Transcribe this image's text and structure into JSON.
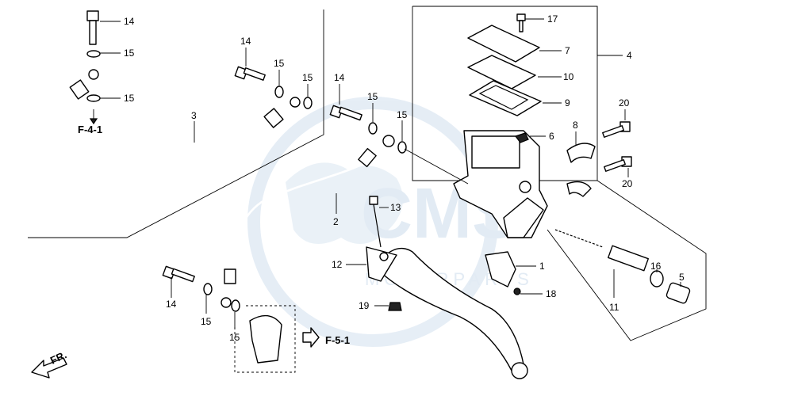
{
  "diagram": {
    "watermark": {
      "brand": "CMS",
      "sub": "MOTORPARTS"
    },
    "callouts": [
      {
        "id": "c14a",
        "text": "14"
      },
      {
        "id": "c15a",
        "text": "15"
      },
      {
        "id": "c15b",
        "text": "15"
      },
      {
        "id": "c3",
        "text": "3"
      },
      {
        "id": "c14b",
        "text": "14"
      },
      {
        "id": "c15c",
        "text": "15"
      },
      {
        "id": "c15d",
        "text": "15"
      },
      {
        "id": "c14c",
        "text": "14"
      },
      {
        "id": "c15e",
        "text": "15"
      },
      {
        "id": "c15f",
        "text": "15"
      },
      {
        "id": "c2",
        "text": "2"
      },
      {
        "id": "c13",
        "text": "13"
      },
      {
        "id": "c12",
        "text": "12"
      },
      {
        "id": "c19",
        "text": "19"
      },
      {
        "id": "c14d",
        "text": "14"
      },
      {
        "id": "c15g",
        "text": "15"
      },
      {
        "id": "c15h",
        "text": "15"
      },
      {
        "id": "c17",
        "text": "17"
      },
      {
        "id": "c7",
        "text": "7"
      },
      {
        "id": "c10",
        "text": "10"
      },
      {
        "id": "c9",
        "text": "9"
      },
      {
        "id": "c6",
        "text": "6"
      },
      {
        "id": "c4",
        "text": "4"
      },
      {
        "id": "c8",
        "text": "8"
      },
      {
        "id": "c20a",
        "text": "20"
      },
      {
        "id": "c20b",
        "text": "20"
      },
      {
        "id": "c1",
        "text": "1"
      },
      {
        "id": "c18",
        "text": "18"
      },
      {
        "id": "c16",
        "text": "16"
      },
      {
        "id": "c5",
        "text": "5"
      },
      {
        "id": "c11",
        "text": "11"
      }
    ],
    "refs": {
      "f41": "F-4-1",
      "f51": "F-5-1",
      "front": "FR."
    }
  }
}
